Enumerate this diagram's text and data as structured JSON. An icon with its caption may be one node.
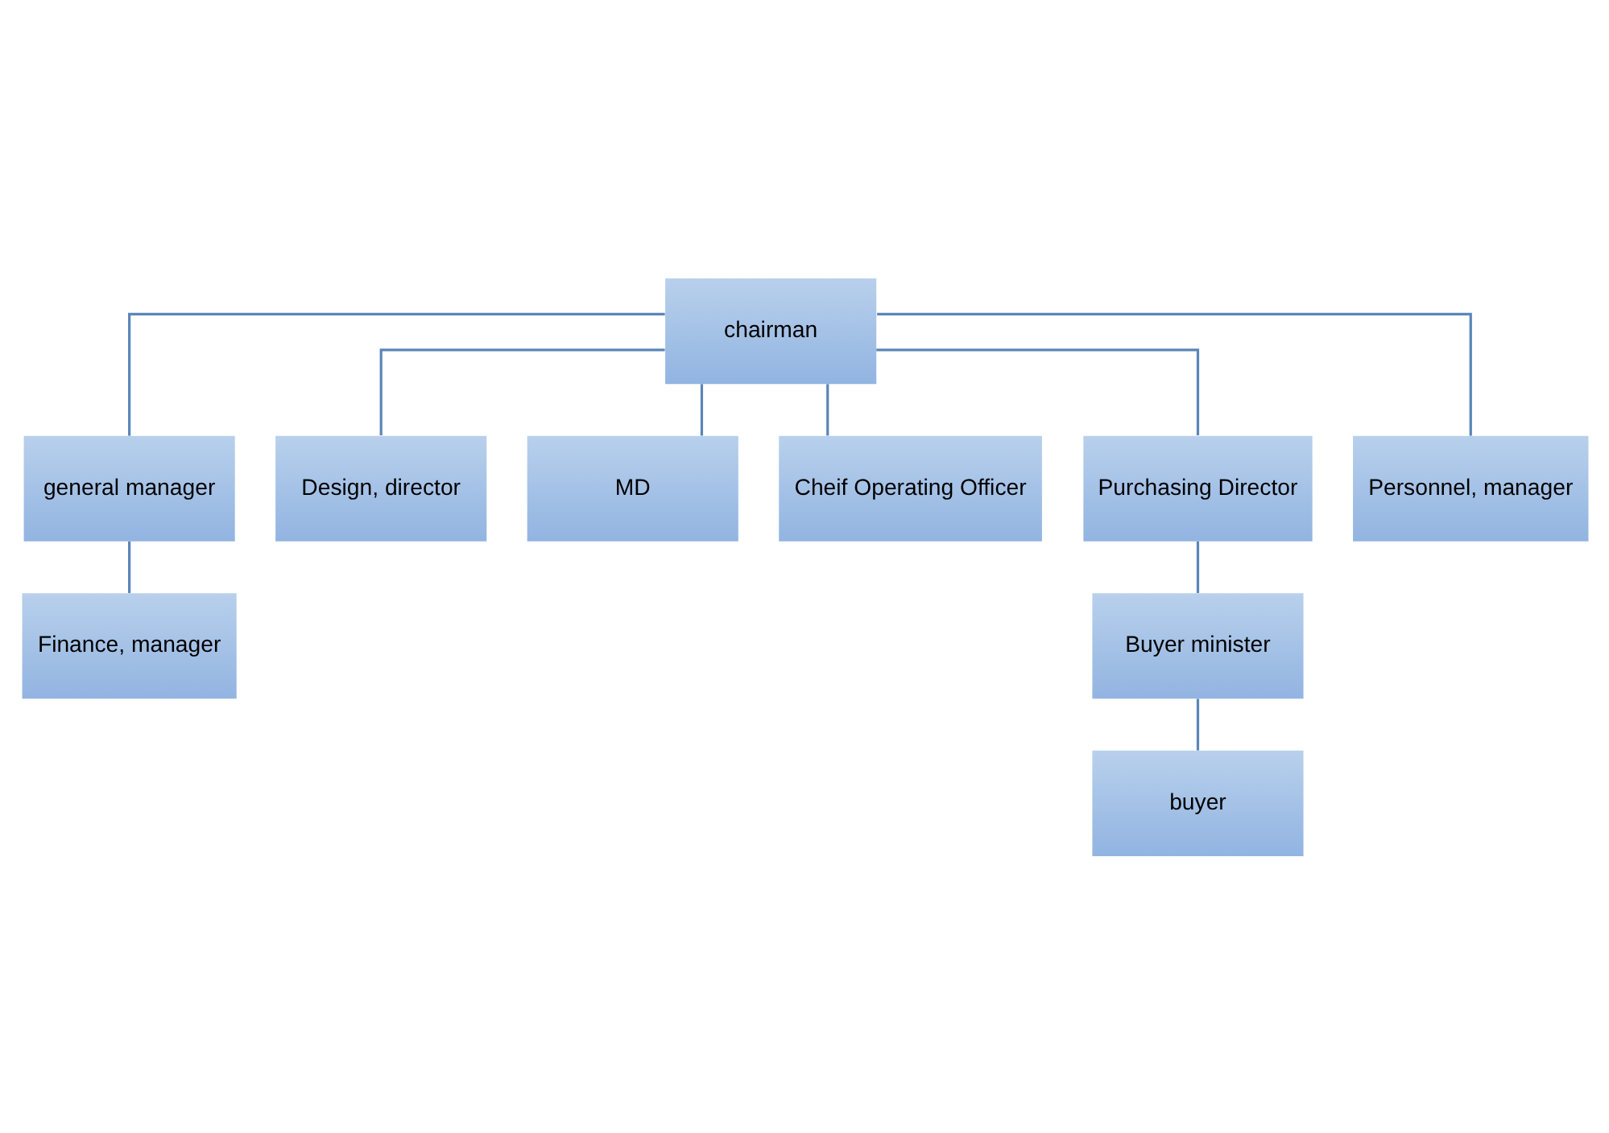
{
  "diagram": {
    "nodes": [
      {
        "text": [
          "chairman"
        ]
      },
      {
        "text": [
          "general manager"
        ]
      },
      {
        "text": [
          "Finance, manager"
        ]
      },
      {
        "text": [
          "Design, director"
        ]
      },
      {
        "text": [
          "MD"
        ]
      },
      {
        "text": [
          "Cheif Operating Officer"
        ]
      },
      {
        "text": [
          "Purchasing Director"
        ]
      },
      {
        "text": [
          "Personnel, manager"
        ]
      },
      {
        "text": [
          "Buyer minister"
        ]
      },
      {
        "text": [
          "buyer"
        ]
      }
    ],
    "edges": [
      {
        "from": 0,
        "to": 1,
        "arrow": "none"
      },
      {
        "from": 1,
        "to": 2,
        "arrow": "none"
      },
      {
        "from": 0,
        "to": 3,
        "arrow": "none"
      },
      {
        "from": 0,
        "to": 4,
        "arrow": "none"
      },
      {
        "from": 0,
        "to": 5,
        "arrow": "none"
      },
      {
        "from": 0,
        "to": 6,
        "arrow": "none"
      },
      {
        "from": 0,
        "to": 7,
        "arrow": "none"
      },
      {
        "from": 6,
        "to": 8,
        "arrow": "none"
      },
      {
        "from": 8,
        "to": 9,
        "arrow": "none"
      }
    ]
  }
}
